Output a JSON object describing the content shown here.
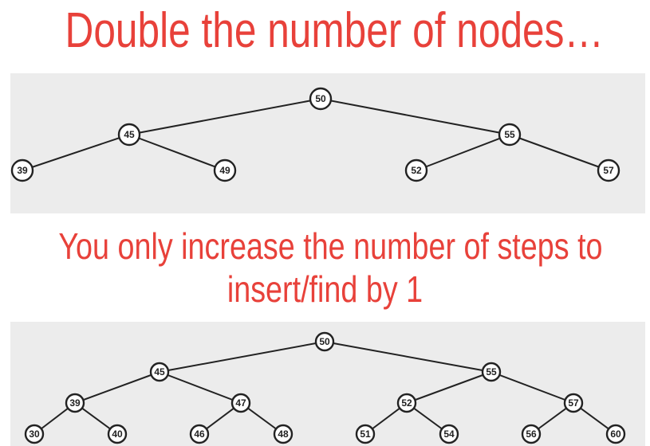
{
  "title": "Double the number of nodes…",
  "subtitle": {
    "line1": "You only increase the number of steps to",
    "line2": "insert/find by 1"
  },
  "colors": {
    "accent": "#e8413a",
    "panel_bg": "#ececec",
    "node_stroke": "#222222"
  },
  "tree_small": {
    "nodes": [
      {
        "id": "n50",
        "label": "50"
      },
      {
        "id": "n45",
        "label": "45"
      },
      {
        "id": "n55",
        "label": "55"
      },
      {
        "id": "n39",
        "label": "39"
      },
      {
        "id": "n49",
        "label": "49"
      },
      {
        "id": "n52",
        "label": "52"
      },
      {
        "id": "n57",
        "label": "57"
      }
    ],
    "edges": [
      [
        "n50",
        "n45"
      ],
      [
        "n50",
        "n55"
      ],
      [
        "n45",
        "n39"
      ],
      [
        "n45",
        "n49"
      ],
      [
        "n55",
        "n52"
      ],
      [
        "n55",
        "n57"
      ]
    ]
  },
  "tree_large": {
    "nodes": [
      {
        "id": "n50",
        "label": "50"
      },
      {
        "id": "n45",
        "label": "45"
      },
      {
        "id": "n55",
        "label": "55"
      },
      {
        "id": "n39",
        "label": "39"
      },
      {
        "id": "n47",
        "label": "47"
      },
      {
        "id": "n52",
        "label": "52"
      },
      {
        "id": "n57",
        "label": "57"
      },
      {
        "id": "n30",
        "label": "30"
      },
      {
        "id": "n40",
        "label": "40"
      },
      {
        "id": "n46",
        "label": "46"
      },
      {
        "id": "n48",
        "label": "48"
      },
      {
        "id": "n51",
        "label": "51"
      },
      {
        "id": "n54",
        "label": "54"
      },
      {
        "id": "n56",
        "label": "56"
      },
      {
        "id": "n60",
        "label": "60"
      }
    ],
    "edges": [
      [
        "n50",
        "n45"
      ],
      [
        "n50",
        "n55"
      ],
      [
        "n45",
        "n39"
      ],
      [
        "n45",
        "n47"
      ],
      [
        "n55",
        "n52"
      ],
      [
        "n55",
        "n57"
      ],
      [
        "n39",
        "n30"
      ],
      [
        "n39",
        "n40"
      ],
      [
        "n47",
        "n46"
      ],
      [
        "n47",
        "n48"
      ],
      [
        "n52",
        "n51"
      ],
      [
        "n52",
        "n54"
      ],
      [
        "n57",
        "n56"
      ],
      [
        "n57",
        "n60"
      ]
    ]
  }
}
